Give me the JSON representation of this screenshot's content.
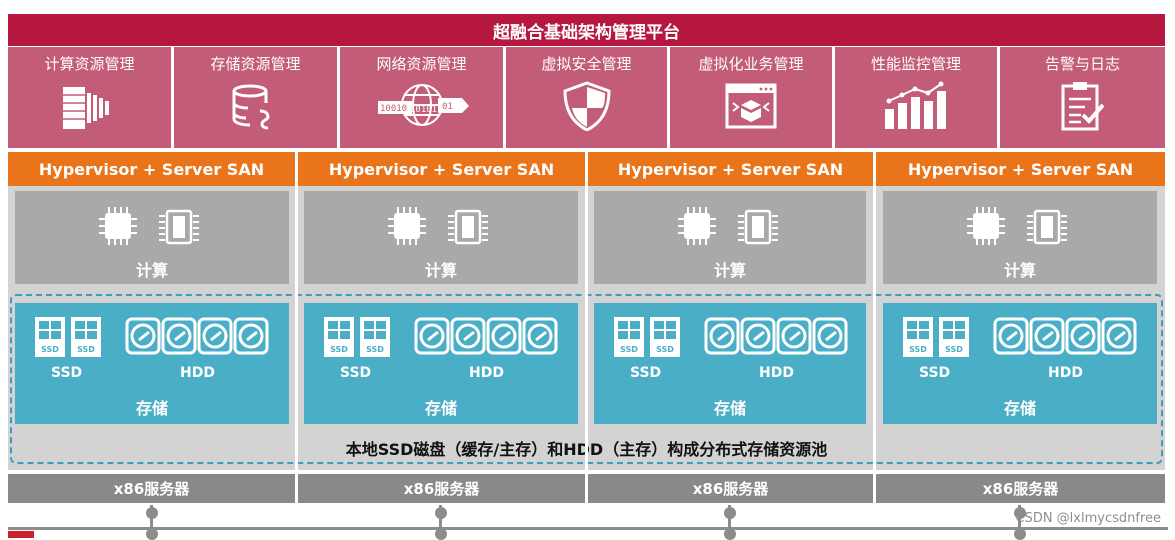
{
  "platform": {
    "title": "超融合基础架构管理平台"
  },
  "modules": [
    {
      "label": "计算资源管理",
      "icon": "server-rack-icon"
    },
    {
      "label": "存储资源管理",
      "icon": "storage-database-icon"
    },
    {
      "label": "网络资源管理",
      "icon": "network-globe-icon",
      "binary_left": "10010",
      "binary_mid": "10101",
      "binary_right": "01"
    },
    {
      "label": "虚拟安全管理",
      "icon": "shield-icon"
    },
    {
      "label": "虚拟化业务管理",
      "icon": "virtual-window-icon"
    },
    {
      "label": "性能监控管理",
      "icon": "bar-chart-icon"
    },
    {
      "label": "告警与日志",
      "icon": "clipboard-check-icon"
    }
  ],
  "nodes": [
    {
      "layer_label": "Hypervisor + Server SAN",
      "compute_label": "计算",
      "ssd_label": "SSD",
      "hdd_label": "HDD",
      "storage_label": "存储",
      "server_label": "x86服务器",
      "ssd_badge": "SSD"
    },
    {
      "layer_label": "Hypervisor + Server SAN",
      "compute_label": "计算",
      "ssd_label": "SSD",
      "hdd_label": "HDD",
      "storage_label": "存储",
      "server_label": "x86服务器",
      "ssd_badge": "SSD"
    },
    {
      "layer_label": "Hypervisor + Server SAN",
      "compute_label": "计算",
      "ssd_label": "SSD",
      "hdd_label": "HDD",
      "storage_label": "存储",
      "server_label": "x86服务器",
      "ssd_badge": "SSD"
    },
    {
      "layer_label": "Hypervisor + Server SAN",
      "compute_label": "计算",
      "ssd_label": "SSD",
      "hdd_label": "HDD",
      "storage_label": "存储",
      "server_label": "x86服务器",
      "ssd_badge": "SSD"
    }
  ],
  "pool_caption": "本地SSD磁盘（缓存/主存）和HDD（主存）构成分布式存储资源池",
  "watermark": "CSDN @lxlmycsdnfree",
  "colors": {
    "title": "#b5173f",
    "module": "#c35c77",
    "hypervisor": "#e9741a",
    "compute": "#a9a9a9",
    "storage": "#4aaec7",
    "server": "#898989"
  }
}
